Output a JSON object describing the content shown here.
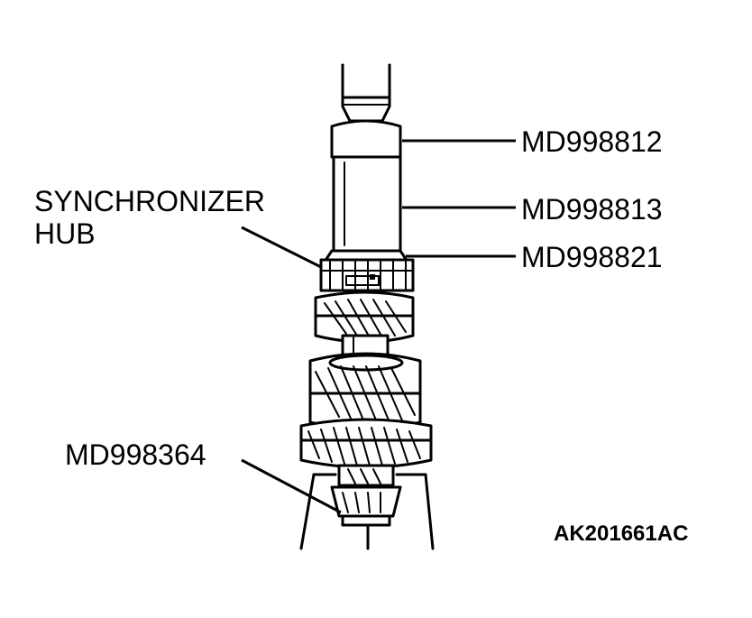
{
  "colors": {
    "line": "#000000",
    "background": "#ffffff"
  },
  "labels": {
    "tool_top": "MD998812",
    "tool_middle": "MD998813",
    "tool_lower": "MD998821",
    "synchronizer_line1": "SYNCHRONIZER",
    "synchronizer_line2": "HUB",
    "tool_base": "MD998364"
  },
  "figure_code": "AK201661AC"
}
